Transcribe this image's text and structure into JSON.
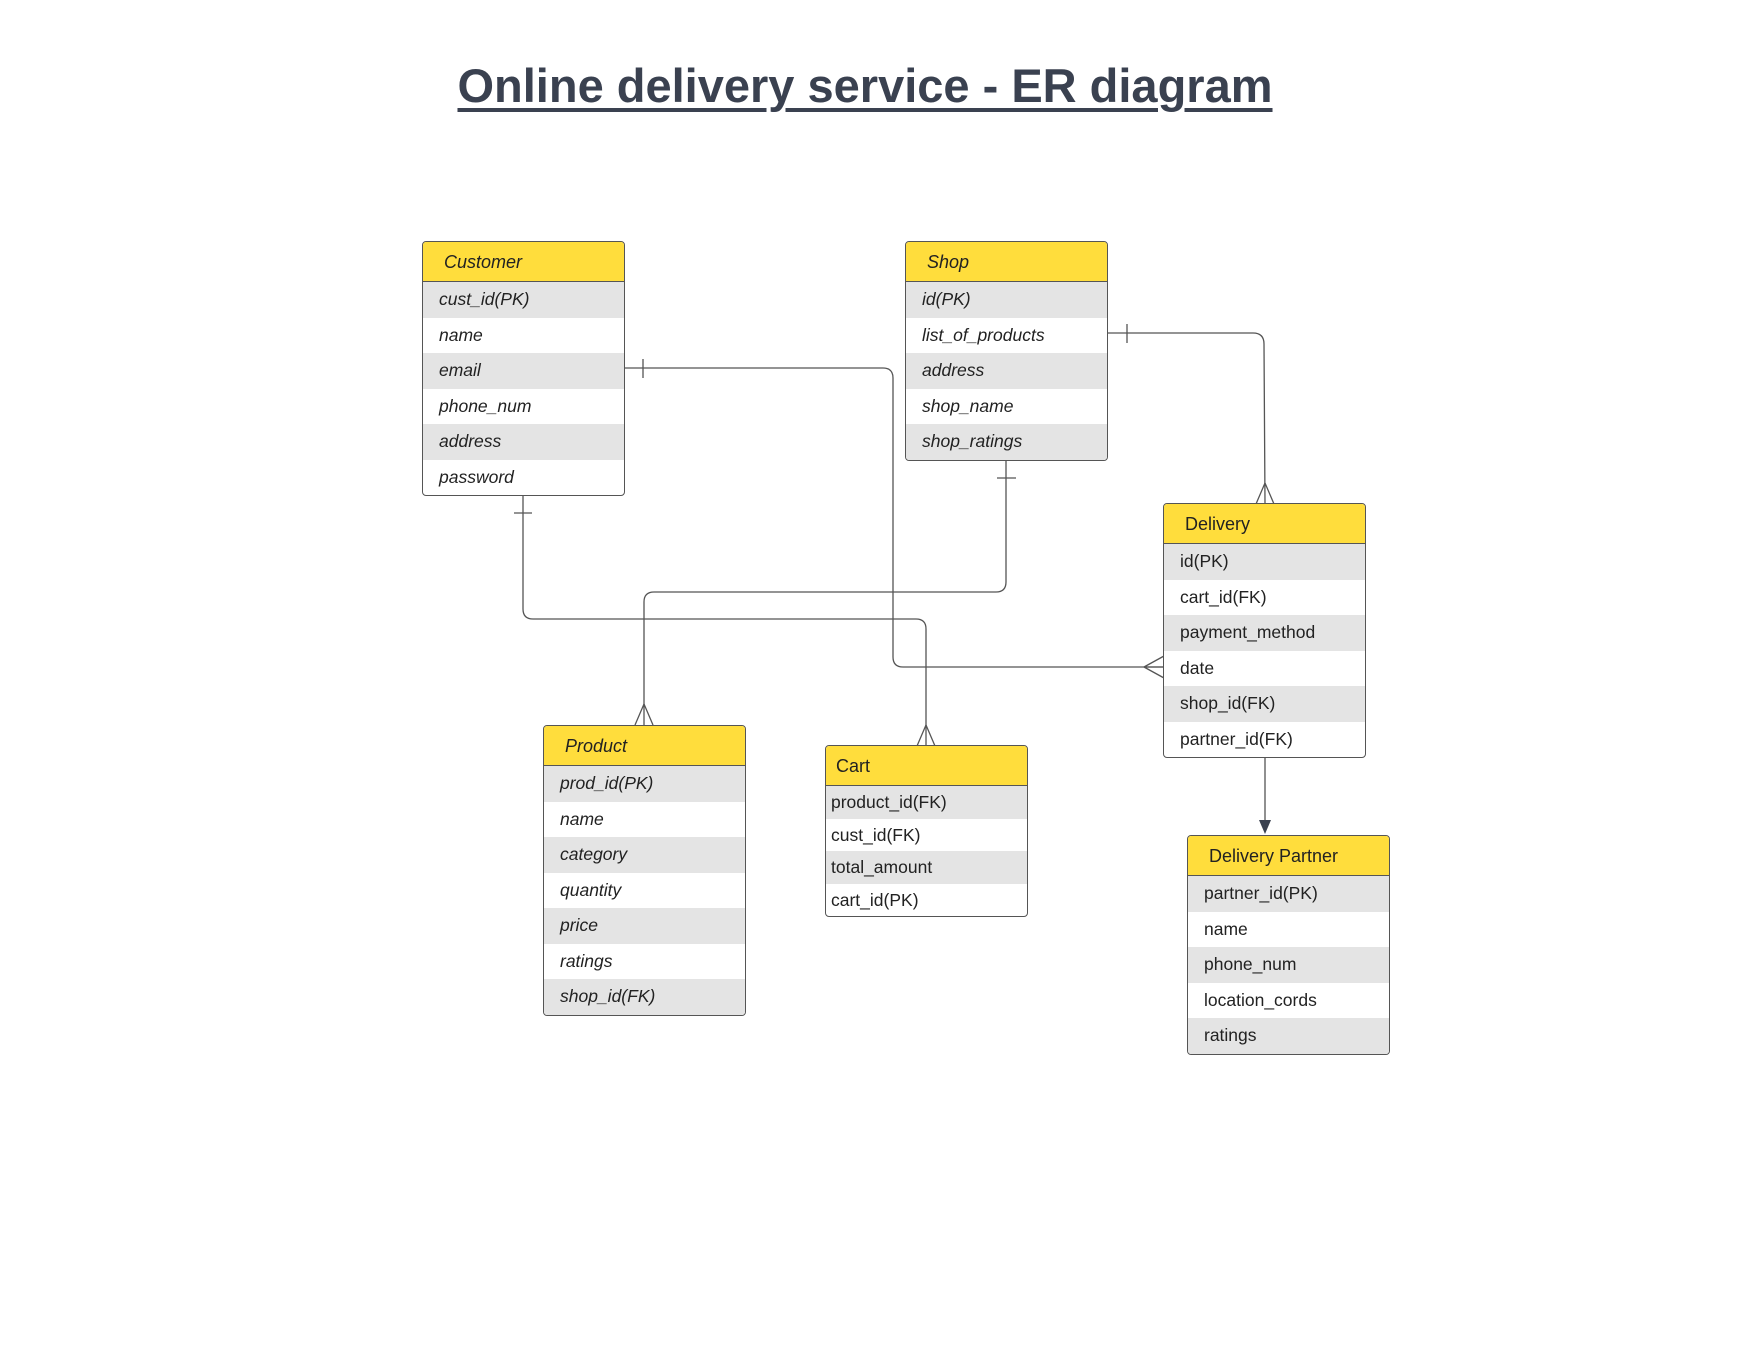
{
  "title": "Online delivery service - ER diagram",
  "entities": {
    "customer": {
      "name": "Customer",
      "attributes": [
        "cust_id(PK)",
        "name",
        "email",
        "phone_num",
        "address",
        "password"
      ]
    },
    "shop": {
      "name": "Shop",
      "attributes": [
        "id(PK)",
        "list_of_products",
        "address",
        "shop_name",
        "shop_ratings"
      ]
    },
    "delivery": {
      "name": "Delivery",
      "attributes": [
        "id(PK)",
        "cart_id(FK)",
        "payment_method",
        "date",
        "shop_id(FK)",
        "partner_id(FK)"
      ]
    },
    "product": {
      "name": "Product",
      "attributes": [
        "prod_id(PK)",
        "name",
        "category",
        "quantity",
        "price",
        "ratings",
        "shop_id(FK)"
      ]
    },
    "cart": {
      "name": "Cart",
      "attributes": [
        "product_id(FK)",
        "cust_id(FK)",
        "total_amount",
        "cart_id(PK)"
      ]
    },
    "delivery_partner": {
      "name": "Delivery Partner",
      "attributes": [
        "partner_id(PK)",
        "name",
        "phone_num",
        "location_cords",
        "ratings"
      ]
    }
  },
  "relationships": [
    {
      "from": "Customer",
      "to": "Cart",
      "from_cardinality": "one",
      "to_cardinality": "many"
    },
    {
      "from": "Customer",
      "to": "Delivery",
      "from_cardinality": "one",
      "to_cardinality": "many"
    },
    {
      "from": "Shop",
      "to": "Product",
      "from_cardinality": "one",
      "to_cardinality": "many"
    },
    {
      "from": "Shop",
      "to": "Delivery",
      "from_cardinality": "one",
      "to_cardinality": "many"
    },
    {
      "from": "Delivery",
      "to": "Delivery Partner",
      "from_cardinality": "none",
      "to_cardinality": "arrow"
    }
  ],
  "colors": {
    "header_fill": "#ffdd3c",
    "alt_row_fill": "#e4e4e4",
    "border": "#555555",
    "title": "#3a4150"
  }
}
